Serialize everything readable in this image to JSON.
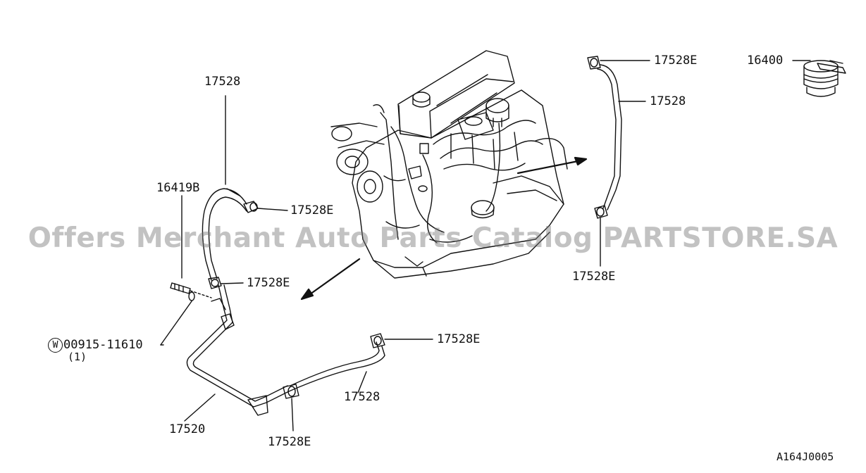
{
  "watermark": "Offers Merchant Auto Parts Catalog PARTSTORE.SA",
  "figure_code": "A164J0005",
  "labels": {
    "hose_top_left": "17528",
    "clamp_left_upper": "17528E",
    "bolt": "16419B",
    "clamp_left_mid": "17528E",
    "washer_symbol": "W",
    "washer_part": "00915-11610",
    "washer_qty": "(1)",
    "tube": "17520",
    "clamp_bottom": "17528E",
    "hose_bottom": "17528",
    "clamp_bottom_right": "17528E",
    "clamp_right_top": "17528E",
    "hose_right": "17528",
    "clamp_right_bottom": "17528E",
    "filter": "16400"
  },
  "colors": {
    "line": "#111111",
    "watermark": "#888888",
    "background": "#ffffff"
  }
}
